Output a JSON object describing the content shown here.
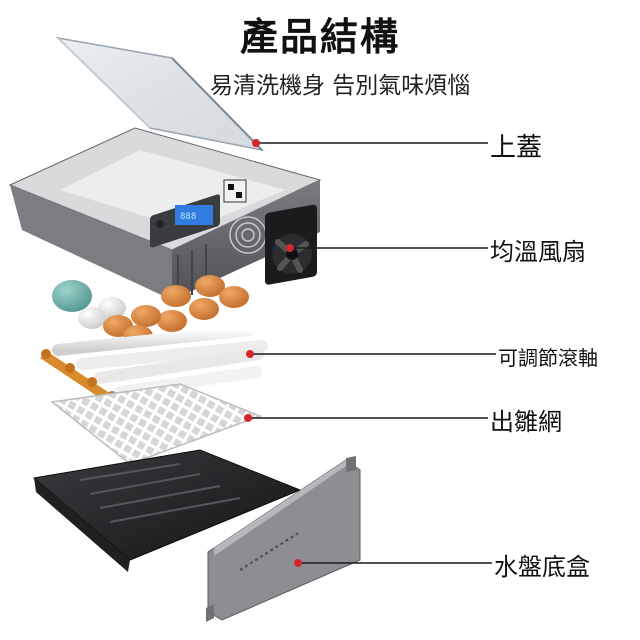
{
  "title": "產品結構",
  "subtitle": "易清洗機身 告別氣味煩惱",
  "parts": [
    {
      "label": "上蓋"
    },
    {
      "label": "均溫風扇"
    },
    {
      "label": "可調節滾軸"
    },
    {
      "label": "出雛網"
    },
    {
      "label": "水盤底盒"
    }
  ],
  "colors": {
    "body_gray": "#5f6165",
    "pointer_dot": "#d0282e",
    "egg_orange": "#d9823f",
    "display_blue": "#2f7de0"
  }
}
